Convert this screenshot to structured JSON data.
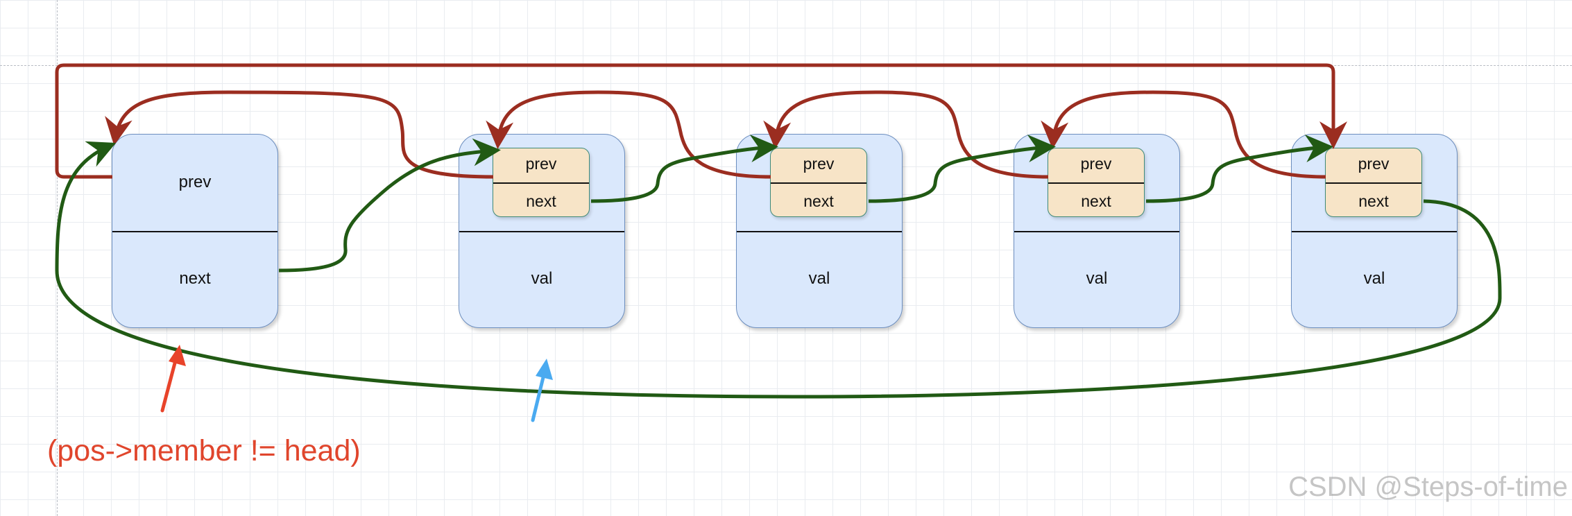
{
  "head_node": {
    "prev_label": "prev",
    "next_label": "next"
  },
  "entries": [
    {
      "prev_label": "prev",
      "next_label": "next",
      "val_label": "val"
    },
    {
      "prev_label": "prev",
      "next_label": "next",
      "val_label": "val"
    },
    {
      "prev_label": "prev",
      "next_label": "next",
      "val_label": "val"
    },
    {
      "prev_label": "prev",
      "next_label": "next",
      "val_label": "val"
    }
  ],
  "condition_text": "(pos->member != head)",
  "watermark": "CSDN @Steps-of-time",
  "colors": {
    "prev_link": "#9b2d20",
    "next_link": "#215a14",
    "condition_pointer": "#e8432a",
    "pos_pointer": "#4aaaf0",
    "node_fill": "#dae8fc",
    "node_border": "#6c8ebf",
    "inner_fill": "#f7e4c7",
    "inner_border": "#3f8a78"
  }
}
